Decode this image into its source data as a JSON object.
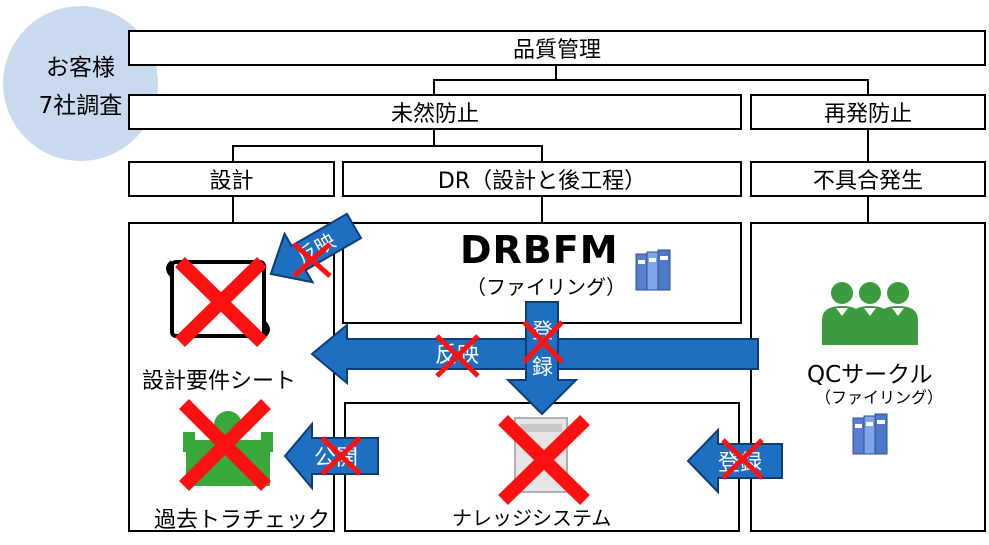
{
  "customer_badge": {
    "line1": "お客様",
    "line2": "7社調査"
  },
  "hierarchy": {
    "root": "品質管理",
    "prevention": "未然防止",
    "recurrence": "再発防止",
    "design": "設計",
    "dr": "DR（設計と後工程）",
    "defect": "不具合発生"
  },
  "panels": {
    "drbfm_title": "DRBFM",
    "drbfm_sub": "（ファイリング）",
    "design_sheet": "設計要件シート",
    "past_trouble": "過去トラチェック",
    "knowledge_system": "ナレッジシステム",
    "qc_title": "QCサークル",
    "qc_sub": "（ファイリング）"
  },
  "arrows": {
    "reflect_small": "反映",
    "reflect_big": "反映",
    "register_down": "登録",
    "publish": "公開",
    "register_left": "登録"
  },
  "icons": {
    "binder": "binder-icon",
    "scroll": "scroll-icon",
    "trash": "recycle-bin-icon",
    "server": "server-icon",
    "people": "team-people-icon",
    "cross": "red-cross-icon"
  },
  "colors": {
    "badge": "#c9d9ee",
    "arrow": "#1f6fc1",
    "cross": "#ff0000",
    "people": "#3a9b3f",
    "trash": "#39a83b"
  }
}
